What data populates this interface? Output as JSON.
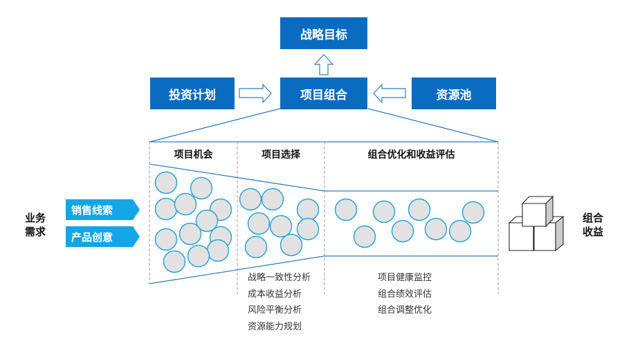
{
  "top": {
    "strategic_goal": "战略目标",
    "investment_plan": "投资计划",
    "project_portfolio": "项目组合",
    "resource_pool": "资源池"
  },
  "stages": [
    {
      "title": "项目机会",
      "project_count": 12
    },
    {
      "title": "项目选择",
      "project_count": 8
    },
    {
      "title": "组合优化和收益评估",
      "project_count": 8
    }
  ],
  "inputs": {
    "label_line1": "业务",
    "label_line2": "需求",
    "items": [
      "销售线索",
      "产品创意"
    ]
  },
  "output": {
    "label_line1": "组合",
    "label_line2": "收益"
  },
  "selection_activities": [
    "战略一致性分析",
    "成本收益分析",
    "风险平衡分析",
    "资源能力规划"
  ],
  "optimization_activities": [
    "项目健康监控",
    "组合绩效评估",
    "组合调整优化"
  ],
  "colors": {
    "box": "#0a6cc0",
    "tag": "#13a6e6",
    "line": "#2f7fc4",
    "circle_fill": "#e2e2e2",
    "circle_stroke": "#2aa5dc"
  }
}
